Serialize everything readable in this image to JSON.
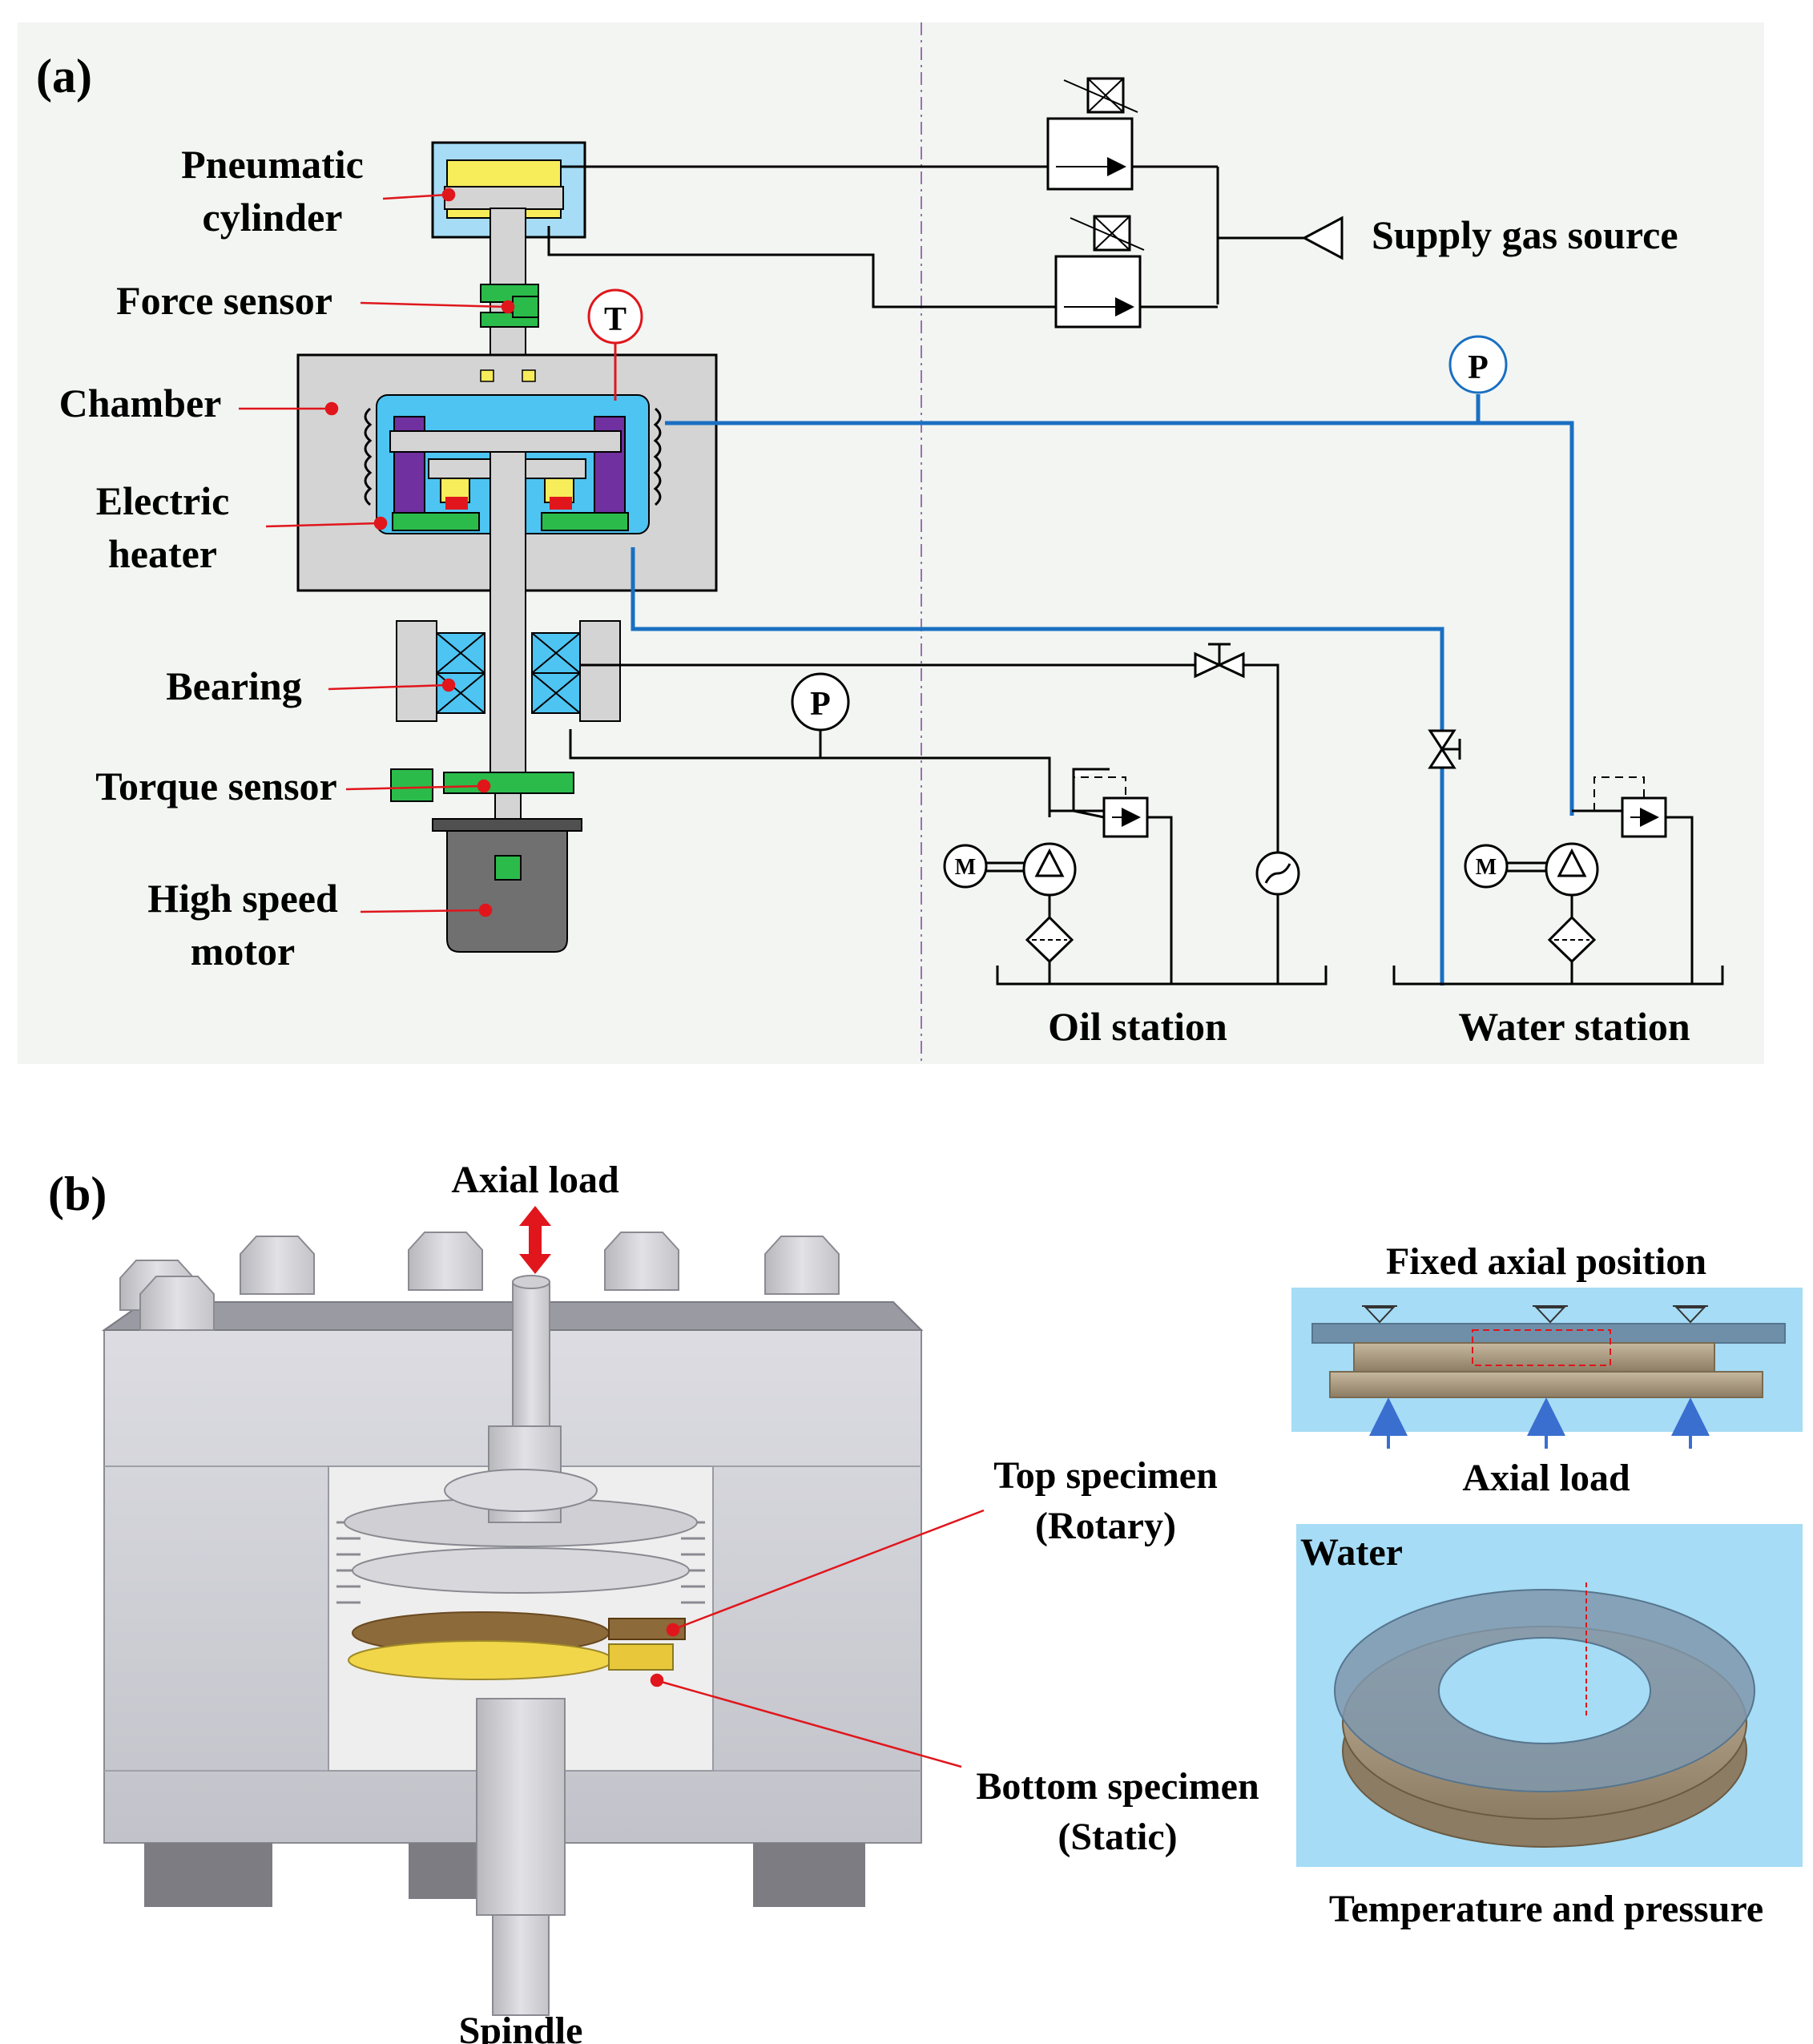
{
  "panel_a": {
    "label": "(a)",
    "left_labels": {
      "pneumatic_1": "Pneumatic",
      "pneumatic_2": "cylinder",
      "force_sensor": "Force sensor",
      "chamber": "Chamber",
      "heater_1": "Electric",
      "heater_2": "heater",
      "bearing": "Bearing",
      "torque_sensor": "Torque sensor",
      "motor_1": "High speed",
      "motor_2": "motor"
    },
    "supply_gas_source": "Supply gas source",
    "oil_station": "Oil station",
    "water_station": "Water station",
    "temp_gauge_symbol": "T",
    "pressure_gauge_symbol": "P",
    "motor_symbol": "M"
  },
  "panel_b": {
    "label": "(b)",
    "axial_load_top": "Axial load",
    "spindle": "Spindle",
    "top_specimen_1": "Top specimen",
    "top_specimen_2": "(Rotary)",
    "bottom_specimen_1": "Bottom specimen",
    "bottom_specimen_2": "(Static)",
    "fixed_axial_position": "Fixed axial position",
    "axial_load_right": "Axial load",
    "water": "Water",
    "temp_pressure": "Temperature and pressure"
  },
  "colors": {
    "panel_bg": "#f2f5f2",
    "water_line": "#1a6fc2",
    "leader": "#e0161c",
    "blue_fill": "#4dc4f2",
    "green_part": "#2bbb4b",
    "yellow_part": "#f4e04d",
    "grey_part": "#d4d4d4",
    "motor": "#707070",
    "fea_bg": "#a6dcf5"
  }
}
